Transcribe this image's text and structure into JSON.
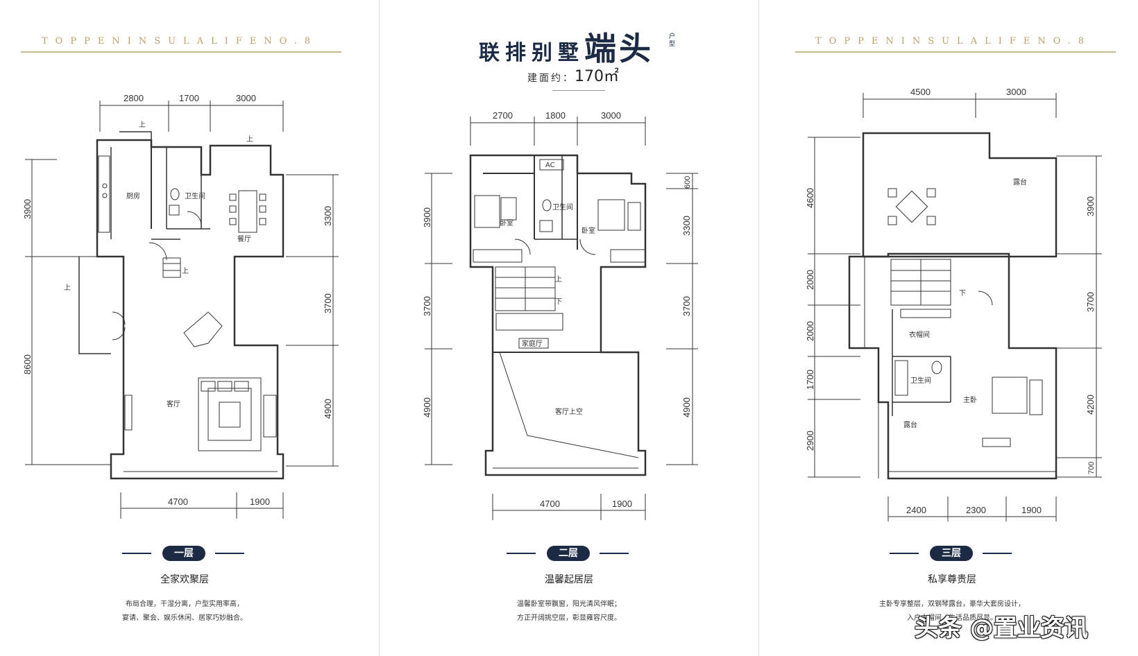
{
  "brand_text": "TOPPENINSULALIFENO.8",
  "header": {
    "title_prefix": "联排别墅",
    "title_emphasis": "端头",
    "title_suffix": "户型",
    "area_label": "建面约：",
    "area_value": "170㎡"
  },
  "floors": [
    {
      "tag": "一层",
      "name": "全家欢聚层",
      "desc_line1": "布局合理，干湿分离，户型实用率高，",
      "desc_line2": "宴请、聚会、娱乐休闲、居家巧妙融合。",
      "dims_top": [
        "2800",
        "1700",
        "3000"
      ],
      "dims_bottom": [
        "4700",
        "1900"
      ],
      "dims_left": [
        "3900",
        "8600"
      ],
      "dims_right": [
        "3300",
        "3700",
        "4900"
      ],
      "rooms": {
        "kitchen": "厨房",
        "bath": "卫生间",
        "dining": "餐厅",
        "living": "客厅",
        "up1": "上",
        "up2": "上",
        "up3": "上",
        "up4": "上"
      }
    },
    {
      "tag": "二层",
      "name": "温馨起居层",
      "desc_line1": "温馨卧室带飘窗，阳光清风伴眠；",
      "desc_line2": "方正开阔挑空层，彰显雍容尺度。",
      "dims_top": [
        "2700",
        "1800",
        "3000"
      ],
      "dims_bottom": [
        "4700",
        "1900"
      ],
      "dims_left": [
        "3900",
        "3700",
        "4900"
      ],
      "dims_right": [
        "600",
        "3300",
        "3700",
        "4900"
      ],
      "rooms": {
        "ac": "AC",
        "bed1": "卧室",
        "bath": "卫生间",
        "bed2": "卧室",
        "up": "上",
        "down": "下",
        "family": "家庭厅",
        "void": "客厅上空"
      }
    },
    {
      "tag": "三层",
      "name": "私享尊贵层",
      "desc_line1": "主卧专享整层，双钢琴露台，豪华大套房设计，",
      "desc_line2": "入户衣帽间，生活品质尽显。",
      "dims_top": [
        "4500",
        "3000"
      ],
      "dims_bottom": [
        "2400",
        "2300",
        "1900"
      ],
      "dims_left": [
        "4600",
        "2000",
        "2000",
        "1700",
        "2900"
      ],
      "dims_right": [
        "3900",
        "3700",
        "4200",
        "700"
      ],
      "rooms": {
        "terrace1": "露台",
        "down": "下",
        "wardrobe": "衣帽间",
        "bath": "卫生间",
        "master": "主卧",
        "terrace2": "露台"
      }
    }
  ],
  "watermark": "头条 @置业资讯"
}
